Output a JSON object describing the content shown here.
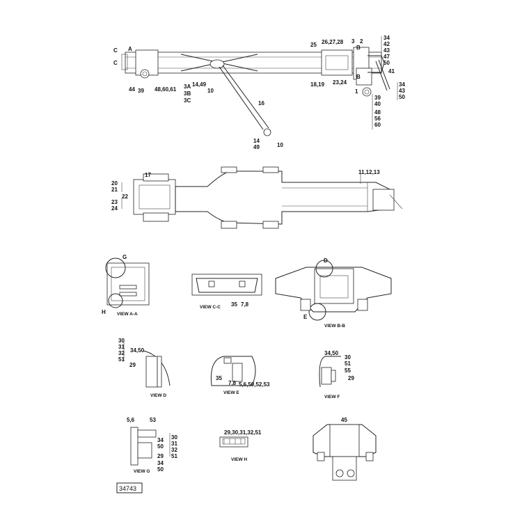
{
  "drawing_number": "34743",
  "top_view": {
    "callouts": {
      "c1": "C",
      "a": "A",
      "c2": "C",
      "n44": "44",
      "n39": "39",
      "n48_60_61": "48,60,61",
      "n3a": "3A",
      "n3b": "3B",
      "n3c": "3C",
      "n14_49": "14,49",
      "n10a": "10",
      "n16": "16",
      "n14": "14",
      "n49": "49",
      "n10b": "10",
      "n25": "25",
      "n26_27_28": "26,27,28",
      "n3": "3",
      "n2": "2",
      "b1": "B",
      "n18_19": "18,19",
      "n23_24": "23,24",
      "b2": "B",
      "r34": "34",
      "r42": "42",
      "r43": "43",
      "r47": "47",
      "r50": "50",
      "n41": "41",
      "n1": "1",
      "s34": "34",
      "s43": "43",
      "s50": "50",
      "t39": "39",
      "t40": "40",
      "t48": "48",
      "t56": "56",
      "t60": "60"
    }
  },
  "side_view": {
    "callouts": {
      "n17": "17",
      "n20": "20",
      "n21": "21",
      "n22": "22",
      "n23": "23",
      "n24": "24",
      "n11_12_13": "11,12,13"
    }
  },
  "views": {
    "aa": {
      "title": "VIEW A-A",
      "g": "G",
      "h": "H"
    },
    "cc": {
      "title": "VIEW C-C",
      "n35": "35",
      "n78": "7,8"
    },
    "bb": {
      "title": "VIEW B-B",
      "d": "D",
      "e": "E"
    },
    "d": {
      "title": "VIEW D",
      "n30": "30",
      "n31": "31",
      "n32": "32",
      "n51": "51",
      "n34_50": "34,50",
      "n29": "29"
    },
    "e": {
      "title": "VIEW E",
      "n35": "35",
      "n78": "7,8",
      "n56": "5,6,50,52,53"
    },
    "f": {
      "title": "VIEW F",
      "n34_50": "34,50",
      "n30": "30",
      "n51": "51",
      "n55": "55",
      "n29": "29"
    },
    "g": {
      "title": "VIEW G",
      "n56": "5,6",
      "n53": "53",
      "n30": "30",
      "n31": "31",
      "n32": "32",
      "n51": "51",
      "n34a": "34",
      "n50a": "50",
      "n29": "29",
      "n34b": "34",
      "n50b": "50"
    },
    "h": {
      "title": "VIEW H",
      "n29_51": "29,30,31,32,51"
    },
    "k": {
      "n45": "45"
    }
  }
}
